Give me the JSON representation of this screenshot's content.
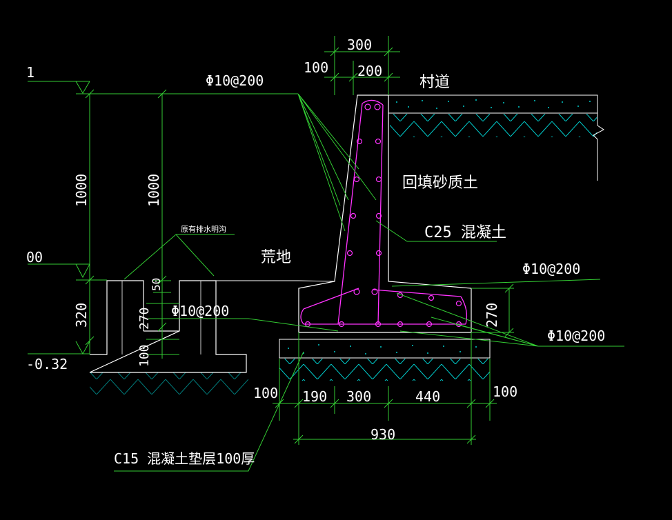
{
  "colors": {
    "background": "#000000",
    "structure": "#ffffff",
    "dimension": "#33cc33",
    "rebar": "#ff33ff",
    "hatch": "#00cccc",
    "text": "#ffffff"
  },
  "levels": {
    "top": "1",
    "ground": "00",
    "bottom": "-0.32"
  },
  "dims": {
    "top_300": "300",
    "top_200": "200",
    "top_100": "100",
    "h_1000_a": "1000",
    "h_1000_b": "1000",
    "h_320": "320",
    "h_270_ditch": "270",
    "h_50": "50",
    "h_100_ditch": "100",
    "h_270_base": "270",
    "b_100_left": "100",
    "b_190": "190",
    "b_300": "300",
    "b_440": "440",
    "b_100_right": "100",
    "b_930": "930"
  },
  "labels": {
    "village_road": "村道",
    "backfill": "回填砂质土",
    "concrete_c25": "C25 混凝土",
    "wasteland": "荒地",
    "existing_ditch": "原有排水明沟",
    "rebar_1": "Φ10@200",
    "rebar_2": "Φ10@200",
    "rebar_3": "Φ10@200",
    "rebar_4": "Φ10@200",
    "cushion": "C15 混凝土垫层100厚"
  }
}
